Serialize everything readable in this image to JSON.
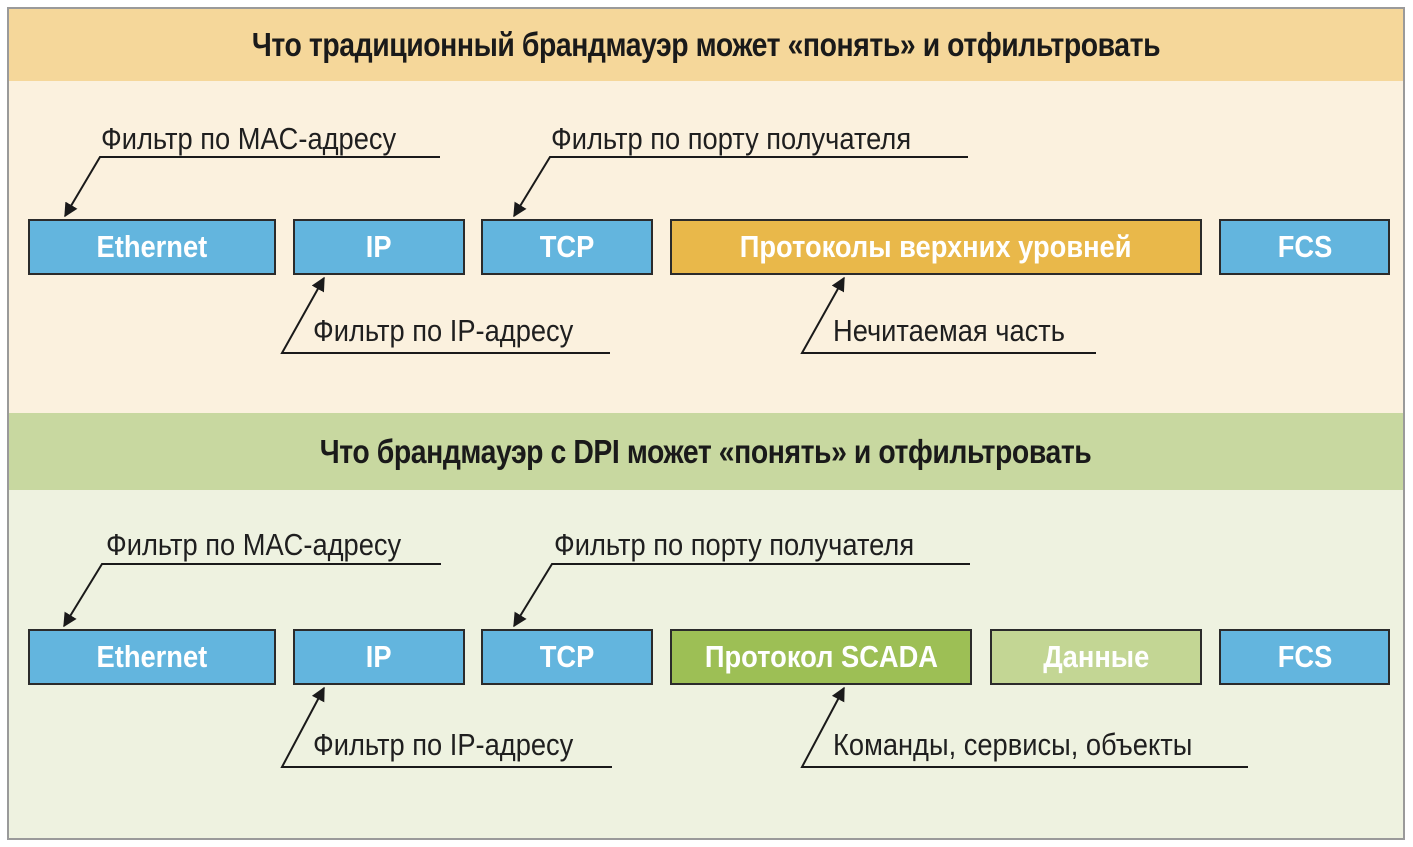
{
  "traditional": {
    "title": "Что традиционный брандмауэр может «понять» и отфильтровать",
    "boxes": {
      "ethernet": "Ethernet",
      "ip": "IP",
      "tcp": "TCP",
      "upper": "Протоколы верхних уровней",
      "fcs": "FCS"
    },
    "labels": {
      "mac": "Фильтр по MAC-адресу",
      "port": "Фильтр по порту получателя",
      "ip": "Фильтр по IP-адресу",
      "unreadable": "Нечитаемая часть"
    }
  },
  "dpi": {
    "title": "Что брандмауэр с DPI может «понять» и отфильтровать",
    "boxes": {
      "ethernet": "Ethernet",
      "ip": "IP",
      "tcp": "TCP",
      "scada": "Протокол SCADA",
      "data": "Данные",
      "fcs": "FCS"
    },
    "labels": {
      "mac": "Фильтр по MAC-адресу",
      "port": "Фильтр по порту получателя",
      "ip": "Фильтр по IP-адресу",
      "commands": "Команды, сервисы, объекты"
    }
  },
  "colors": {
    "header1": "#f5d79a",
    "header2": "#c8d8a0",
    "blue": "#63b5de",
    "orange": "#e9b84a",
    "green": "#9dbf55",
    "lightgreen": "#c3d694"
  }
}
